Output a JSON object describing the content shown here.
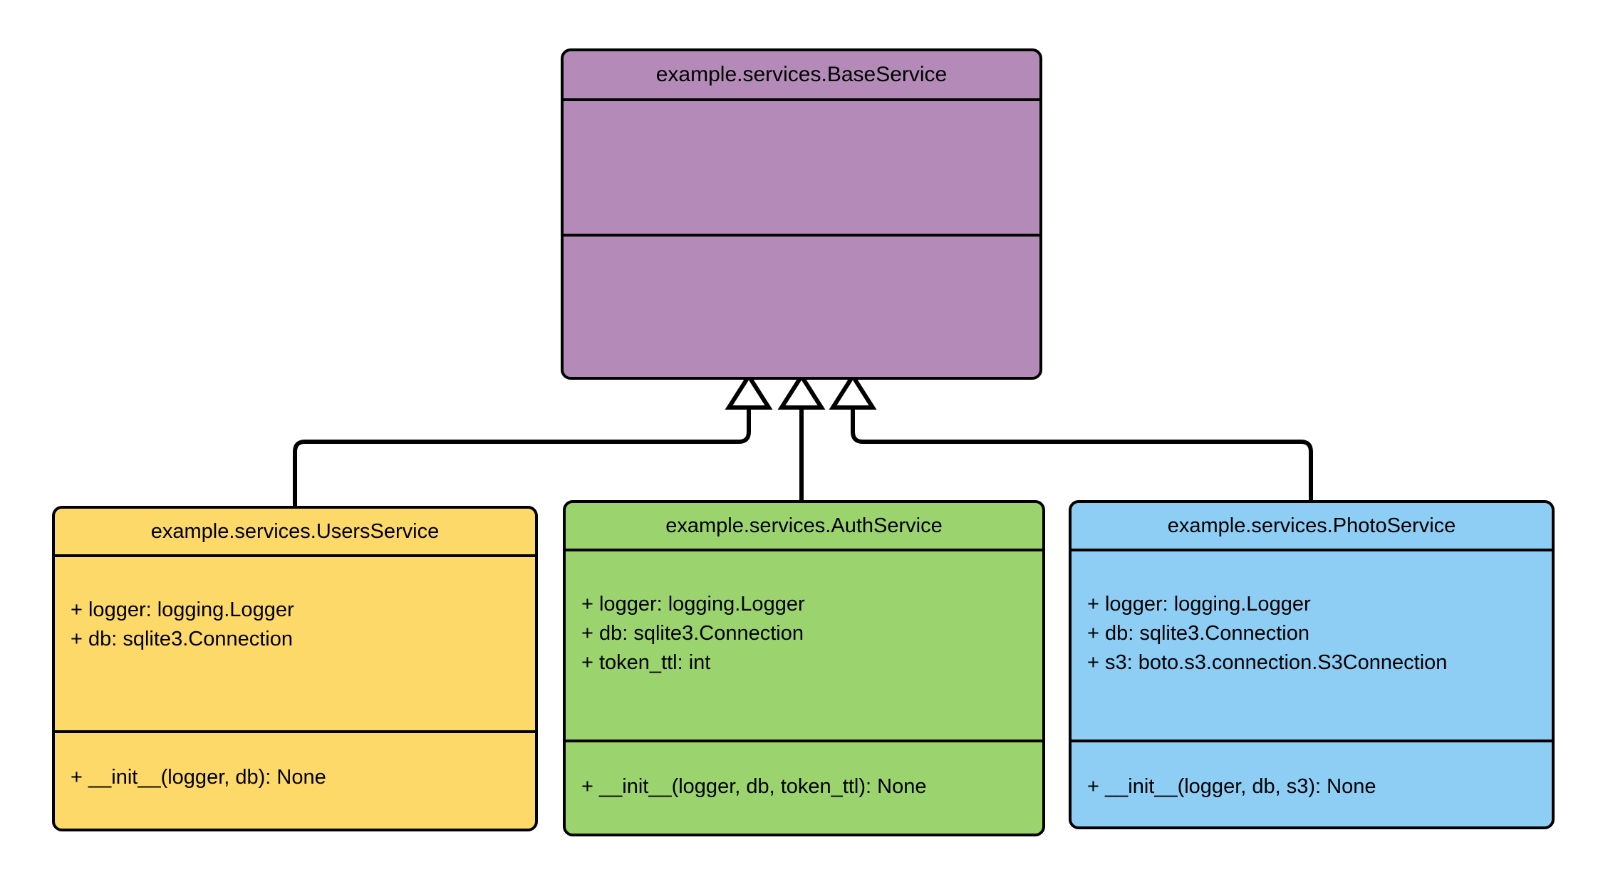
{
  "diagram": {
    "kind": "uml-class-diagram",
    "relationship": "generalization",
    "background_color": "#ffffff",
    "line_color": "#000000"
  },
  "base_class": {
    "name": "example.services.BaseService",
    "fill_color": "#b48bb8",
    "attributes": [],
    "methods": []
  },
  "children": [
    {
      "id": "users",
      "name": "example.services.UsersService",
      "fill_color": "#fdd96a",
      "attributes": [
        "+ logger: logging.Logger",
        "+ db: sqlite3.Connection"
      ],
      "methods": [
        "+ __init__(logger, db): None"
      ]
    },
    {
      "id": "auth",
      "name": "example.services.AuthService",
      "fill_color": "#9bd46f",
      "attributes": [
        "+ logger: logging.Logger",
        "+ db: sqlite3.Connection",
        "+ token_ttl: int"
      ],
      "methods": [
        "+ __init__(logger, db, token_ttl): None"
      ]
    },
    {
      "id": "photo",
      "name": "example.services.PhotoService",
      "fill_color": "#8ecdf4",
      "attributes": [
        "+ logger: logging.Logger",
        "+ db: sqlite3.Connection",
        "+ s3: boto.s3.connection.S3Connection"
      ],
      "methods": [
        "+ __init__(logger, db, s3): None"
      ]
    }
  ],
  "edges": [
    {
      "from": "example.services.UsersService",
      "to": "example.services.BaseService",
      "type": "inherits",
      "arrowhead": "hollow-triangle"
    },
    {
      "from": "example.services.AuthService",
      "to": "example.services.BaseService",
      "type": "inherits",
      "arrowhead": "hollow-triangle"
    },
    {
      "from": "example.services.PhotoService",
      "to": "example.services.BaseService",
      "type": "inherits",
      "arrowhead": "hollow-triangle"
    }
  ]
}
